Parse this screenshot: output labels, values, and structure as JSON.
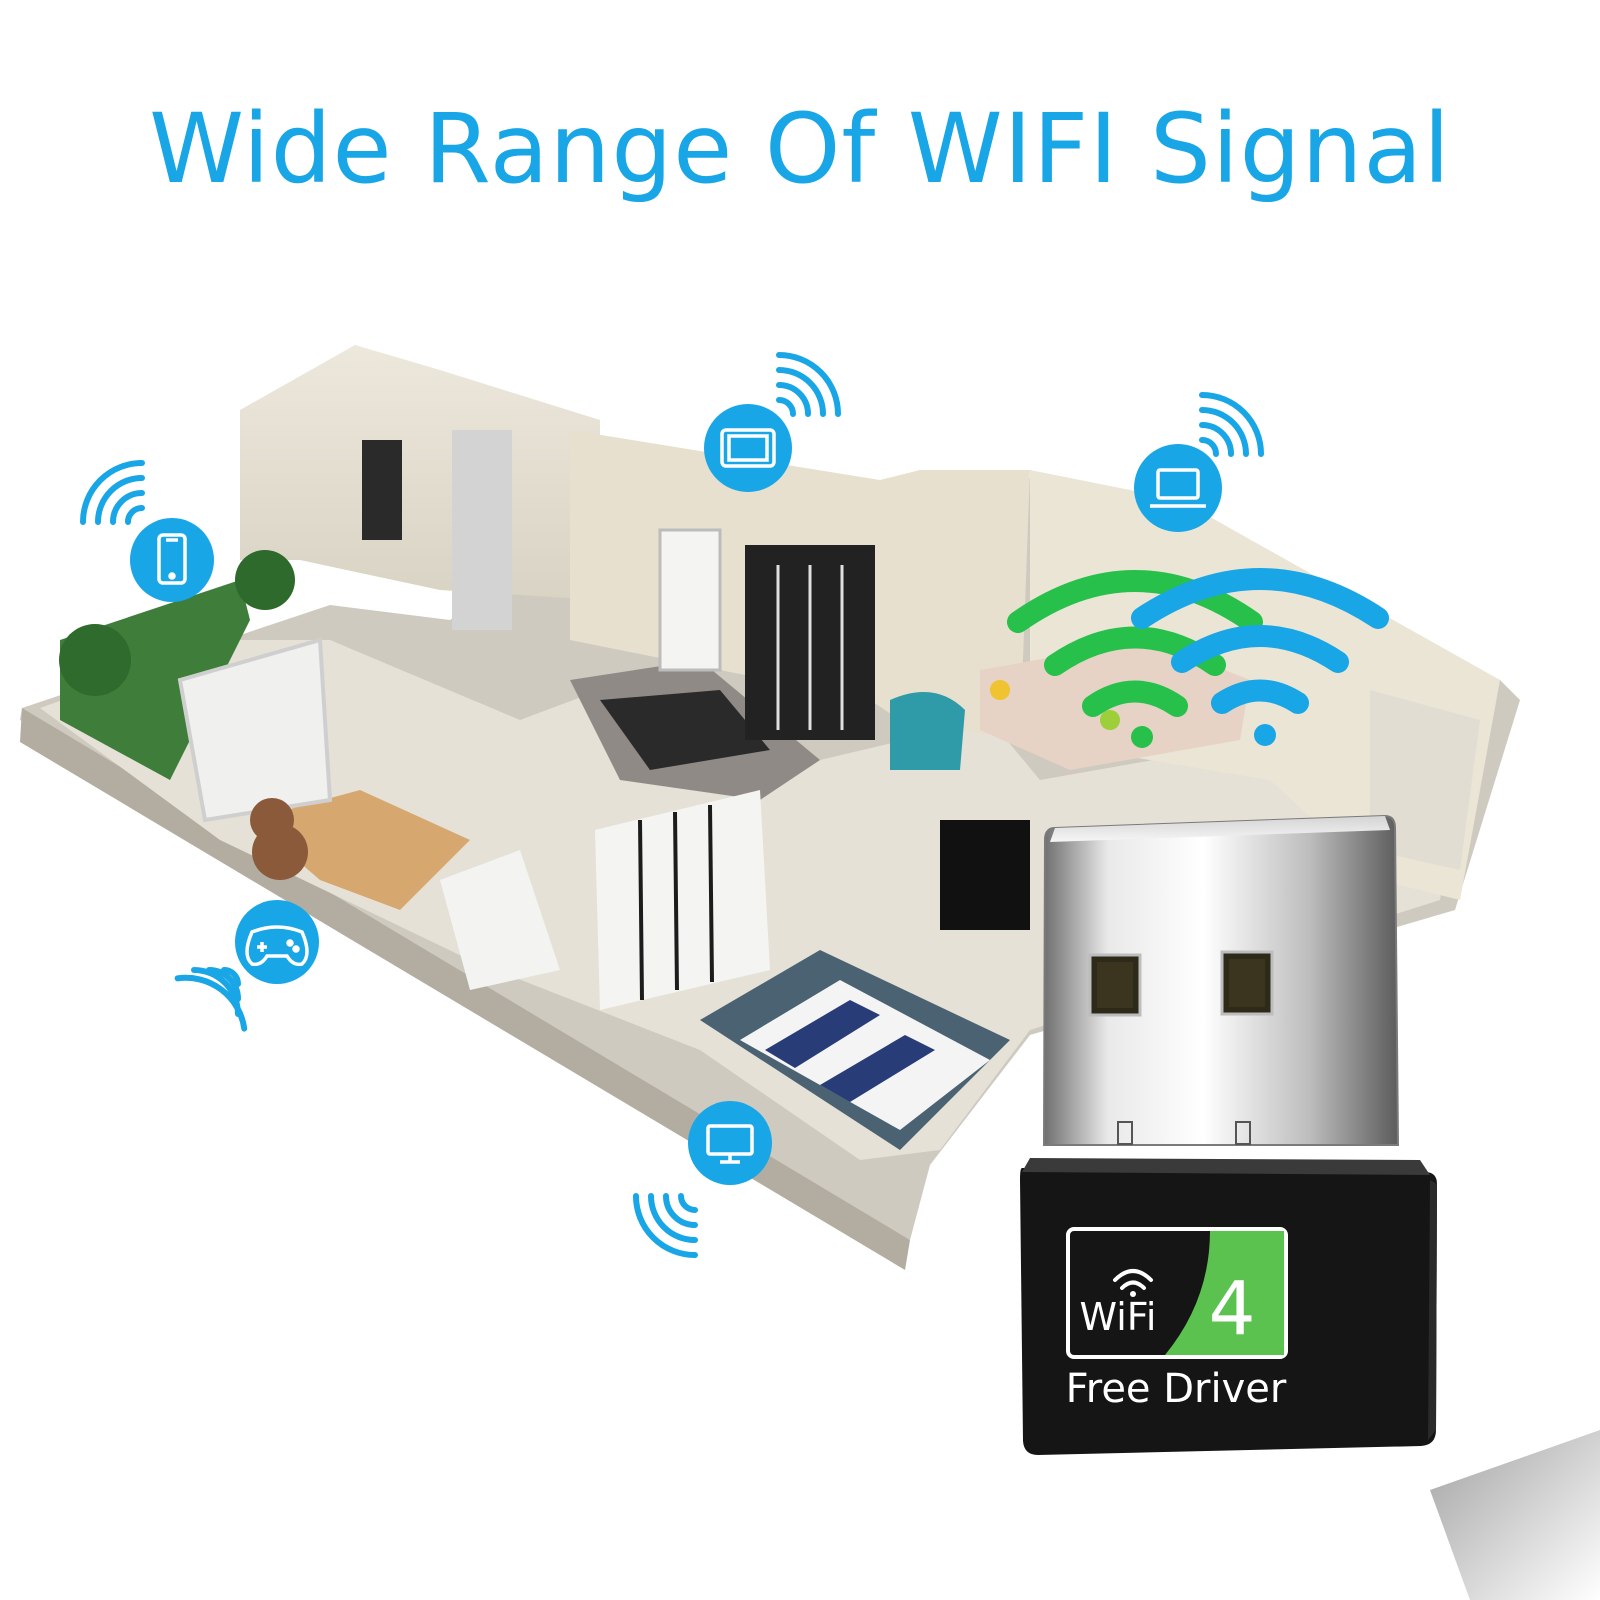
{
  "headline": "Wide Range Of WIFI Signal",
  "colors": {
    "accent_blue": "#19a6e6",
    "wifi_green": "#27c04a",
    "badge_green": "#5cc24f",
    "dongle_black": "#151515"
  },
  "device_icons": [
    "smartphone-icon",
    "tablet-icon",
    "laptop-icon",
    "gamepad-icon",
    "monitor-icon"
  ],
  "dongle": {
    "badge_wifi": "WiFi",
    "badge_number": "4",
    "badge_caption": "Free Driver"
  }
}
